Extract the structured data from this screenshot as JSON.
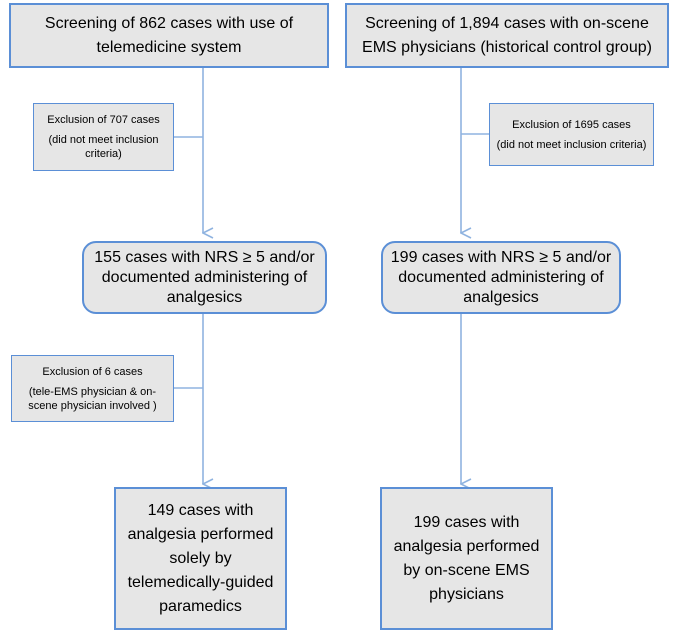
{
  "flowchart": {
    "left": {
      "screening": {
        "line1": "Screening of 862 cases with use of",
        "line2": "telemedicine system"
      },
      "exclusion1": {
        "head": "Exclusion of 707 cases",
        "note": "(did not meet inclusion criteria)"
      },
      "eligible": "155 cases with NRS ≥ 5 and/or documented administering of analgesics",
      "exclusion2": {
        "head": "Exclusion of 6 cases",
        "note": "(tele-EMS physician & on-scene physician involved )"
      },
      "final": "149 cases with analgesia performed solely by telemedically-guided paramedics"
    },
    "right": {
      "screening": {
        "line1": "Screening of 1,894 cases with on-scene",
        "line2": "EMS physicians (historical control group)"
      },
      "exclusion1": {
        "head": "Exclusion of 1695 cases",
        "note": "(did not meet inclusion criteria)"
      },
      "eligible": "199 cases with NRS ≥ 5 and/or documented administering of analgesics",
      "final": "199 cases with analgesia performed by on-scene EMS physicians"
    },
    "colors": {
      "border": "#5b8fd6",
      "arrow": "#8fb3e0",
      "fill": "#e6e6e6"
    }
  }
}
